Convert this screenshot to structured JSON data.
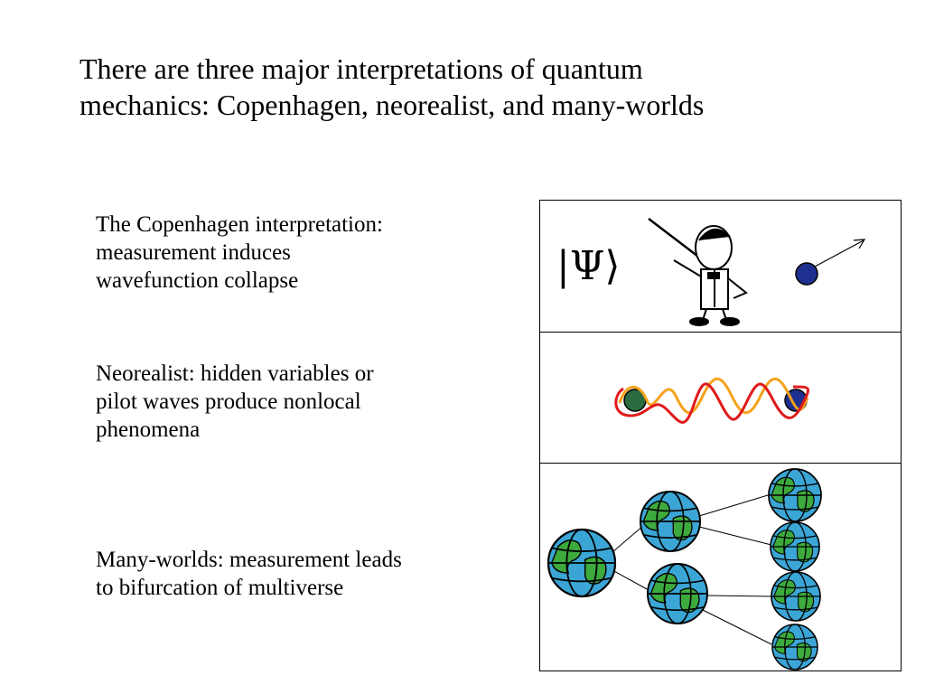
{
  "slide": {
    "title_line1": "There are three major interpretations of quantum",
    "title_line2": "mechanics: Copenhagen, neorealist, and many-worlds"
  },
  "bullets": [
    {
      "lines": [
        "The Copenhagen interpretation:",
        "measurement induces",
        "wavefunction collapse"
      ]
    },
    {
      "lines": [
        "Neorealist: hidden variables or",
        "pilot waves produce nonlocal",
        "phenomena"
      ]
    },
    {
      "lines": [
        "Many-worlds: measurement leads",
        "to bifurcation of multiverse"
      ]
    }
  ],
  "copenhagen_panel": {
    "psi_ket": "|Ψ⟩"
  },
  "colors": {
    "particle": "#1f2f8f",
    "particle_green": "#2a6b3f",
    "wave_red": "#e01a1a",
    "wave_orange": "#f5a21a",
    "ocean": "#3ba6d6",
    "land": "#3daa3d"
  }
}
